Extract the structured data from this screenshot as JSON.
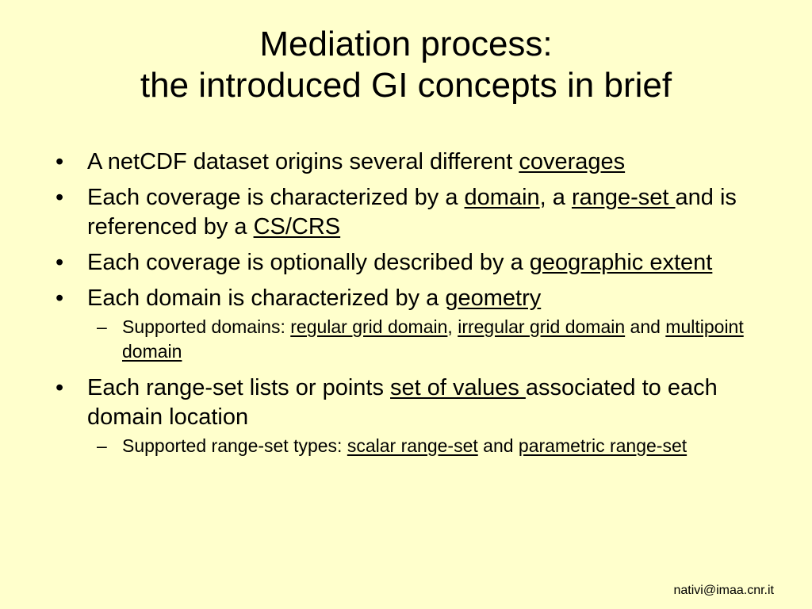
{
  "title": {
    "line1": "Mediation process:",
    "line2": "the introduced GI concepts in brief"
  },
  "bullet_glyph": "•",
  "dash_glyph": "–",
  "bullets": [
    {
      "parts": [
        "A netCDF dataset origins several different ",
        "coverages"
      ]
    },
    {
      "parts": [
        "Each coverage is characterized by a ",
        "domain",
        ", a ",
        "range-set ",
        "and is referenced by a ",
        "CS/CRS"
      ]
    },
    {
      "parts": [
        "Each coverage is optionally described by a ",
        "geographic extent"
      ]
    },
    {
      "parts": [
        "Each domain is characterized by a ",
        "geometry"
      ],
      "sub": {
        "parts": [
          "Supported domains: ",
          "regular grid domain",
          ", ",
          "irregular grid domain",
          " and ",
          "multipoint domain"
        ]
      }
    },
    {
      "parts": [
        "Each range-set lists or points ",
        "set of values ",
        "associated to each domain location"
      ],
      "sub": {
        "parts": [
          "Supported range-set types: ",
          "scalar range-set",
          " and ",
          "parametric range-set"
        ]
      }
    }
  ],
  "footer": "nativi@imaa.cnr.it"
}
